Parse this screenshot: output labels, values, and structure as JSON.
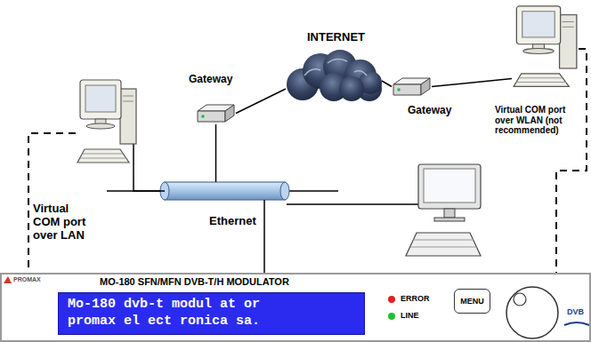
{
  "diagram": {
    "nodes": [
      {
        "text": [
          "Virtual COM port over LAN"
        ]
      },
      {
        "text": [
          "Gateway"
        ]
      },
      {
        "text": [
          "INTERNET"
        ]
      },
      {
        "text": [
          "Gateway"
        ]
      },
      {
        "text": [
          "Virtual COM port over WLAN (not recommended)"
        ]
      },
      {
        "text": [
          "Ethernet"
        ]
      },
      {
        "text": [
          "MO-180 SFN/MFN DVB-T/H MODULATOR"
        ]
      },
      {
        "text": [
          "Mo-180 dvb-t modul at or promax el ect ronica sa."
        ],
        "in": 6
      },
      {
        "text": [
          "MENU"
        ],
        "in": 6
      }
    ],
    "edges": [
      {
        "from": 0,
        "to": 5,
        "arrow": "none"
      },
      {
        "from": 1,
        "to": 5,
        "arrow": "none"
      },
      {
        "from": 1,
        "to": 2,
        "arrow": "none"
      },
      {
        "from": 2,
        "to": 3,
        "arrow": "none"
      },
      {
        "from": 3,
        "to": 4,
        "arrow": "none"
      },
      {
        "from": 5,
        "to": 6,
        "arrow": "none"
      },
      {
        "from": 0,
        "to": 6,
        "arrow": "none"
      },
      {
        "from": 4,
        "to": 6,
        "arrow": "none"
      }
    ],
    "labels": [
      "PROMAX",
      "ERROR",
      "LINE",
      "DVB"
    ]
  }
}
